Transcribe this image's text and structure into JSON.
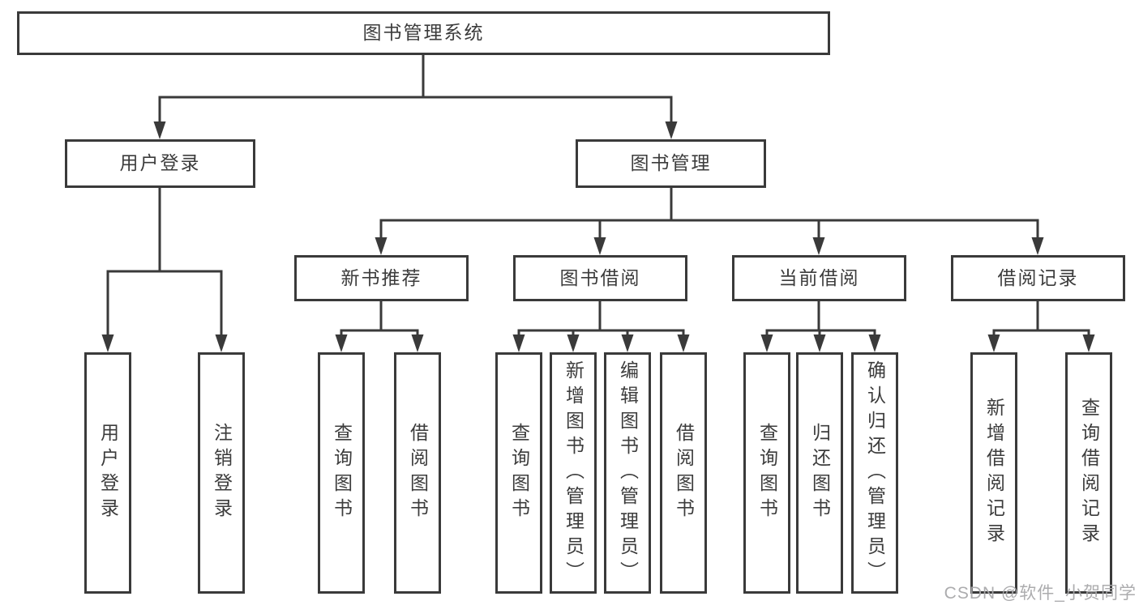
{
  "diagram": {
    "line_color": "#3a3a3a",
    "root": {
      "label": "图书管理系统"
    },
    "level2": {
      "user_login": {
        "label": "用户登录"
      },
      "book_management": {
        "label": "图书管理"
      }
    },
    "level3": {
      "new_book_recommend": {
        "label": "新书推荐"
      },
      "book_borrow": {
        "label": "图书借阅"
      },
      "current_borrow": {
        "label": "当前借阅"
      },
      "borrow_records": {
        "label": "借阅记录"
      }
    },
    "leaves": {
      "login_user": {
        "label": "用户登录"
      },
      "login_logout": {
        "label": "注销登录"
      },
      "recommend_query": {
        "label": "查询图书"
      },
      "recommend_lend": {
        "label": "借阅图书"
      },
      "borrow_query": {
        "label": "查询图书"
      },
      "borrow_add": {
        "label": "新增图书（管理员）"
      },
      "borrow_edit": {
        "label": "编辑图书（管理员）"
      },
      "borrow_lend": {
        "label": "借阅图书"
      },
      "current_query": {
        "label": "查询图书"
      },
      "current_return": {
        "label": "归还图书"
      },
      "current_confirm": {
        "label": "确认归还（管理员）"
      },
      "records_add": {
        "label": "新增借阅记录"
      },
      "records_query": {
        "label": "查询借阅记录"
      }
    }
  },
  "watermark": {
    "text": "CSDN @软件_小贺同学"
  }
}
